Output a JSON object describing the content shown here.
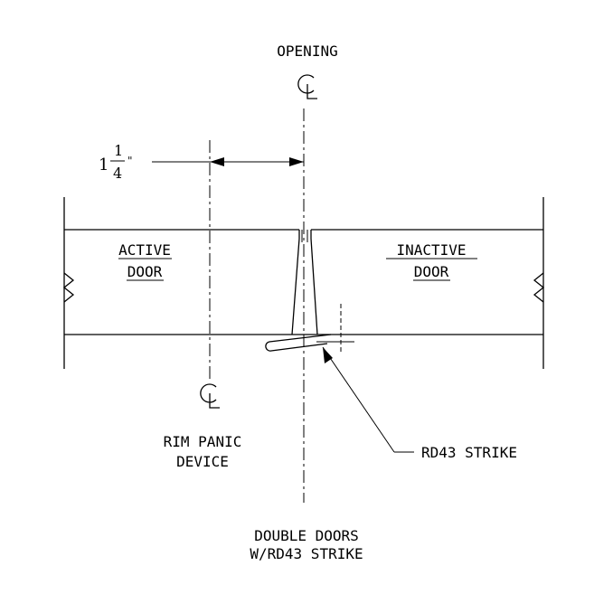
{
  "labels": {
    "opening": "OPENING",
    "active_door_line1": "ACTIVE",
    "active_door_line2": "DOOR",
    "inactive_door_line1": "INACTIVE",
    "inactive_door_line2": "DOOR",
    "rim_panic_line1": "RIM PANIC",
    "rim_panic_line2": "DEVICE",
    "strike_callout": "RD43 STRIKE",
    "title_line1": "DOUBLE DOORS",
    "title_line2": "W/RD43 STRIKE"
  },
  "dimension": {
    "whole": "1",
    "numerator": "1",
    "denominator": "4",
    "unit": "\""
  },
  "icons": {
    "centerline": "centerline-symbol"
  },
  "colors": {
    "line": "#000000",
    "background": "#ffffff"
  }
}
